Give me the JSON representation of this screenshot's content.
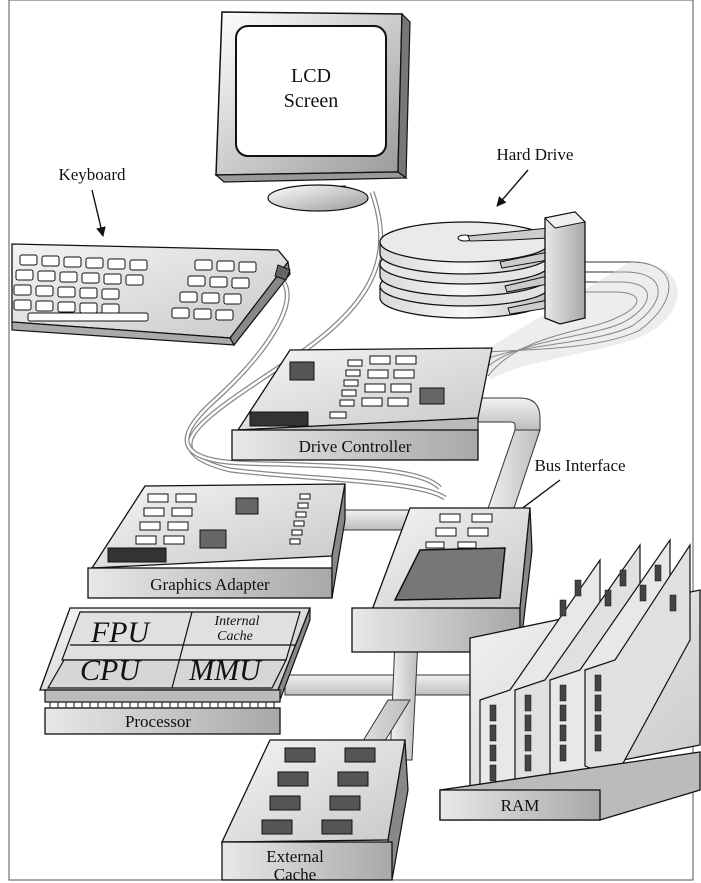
{
  "labels": {
    "lcd_screen_line1": "LCD",
    "lcd_screen_line2": "Screen",
    "hard_drive": "Hard Drive",
    "keyboard": "Keyboard",
    "drive_controller": "Drive Controller",
    "bus_interface": "Bus Interface",
    "graphics_adapter": "Graphics Adapter",
    "fpu": "FPU",
    "internal_cache_line1": "Internal",
    "internal_cache_line2": "Cache",
    "cpu": "CPU",
    "mmu": "MMU",
    "processor": "Processor",
    "ram": "RAM",
    "external_cache_line1": "External",
    "external_cache_line2": "Cache"
  }
}
